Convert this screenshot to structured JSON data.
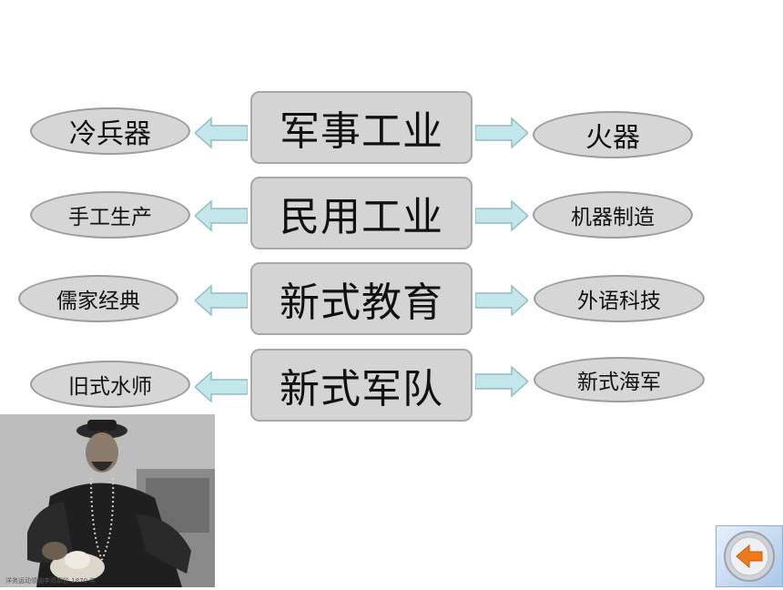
{
  "rows": [
    {
      "left": "冷兵器",
      "center": "军事工业",
      "right": "火器"
    },
    {
      "left": "手工生产",
      "center": "民用工业",
      "right": "机器制造"
    },
    {
      "left": "儒家经典",
      "center": "新式教育",
      "right": "外语科技"
    },
    {
      "left": "旧式水师",
      "center": "新式军队",
      "right": "新式海军"
    }
  ],
  "photo": {
    "caption": "洋务运动领袖李鸿章於 1870 年"
  },
  "back_button": {
    "icon": "back-arrow-icon",
    "color": "#f07a1a"
  }
}
